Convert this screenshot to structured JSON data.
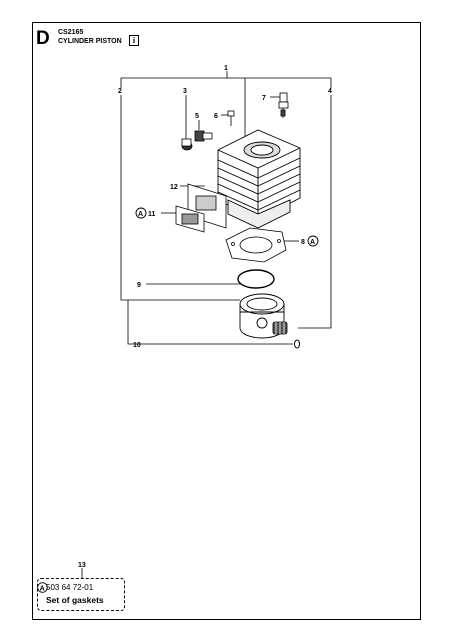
{
  "section": {
    "letter": "D",
    "code": "CS2165",
    "title": "CYLINDER PISTON",
    "info_symbol": "i"
  },
  "callouts": {
    "c1": "1",
    "c2": "2",
    "c3": "3",
    "c4": "4",
    "c5": "5",
    "c6": "6",
    "c7": "7",
    "c8": "8",
    "c9": "9",
    "c10": "10",
    "c11": "11",
    "c12": "12",
    "c13": "13"
  },
  "kit_marker": "A",
  "kit": {
    "part_number": "503 64 72-01",
    "name": "Set of gaskets"
  }
}
